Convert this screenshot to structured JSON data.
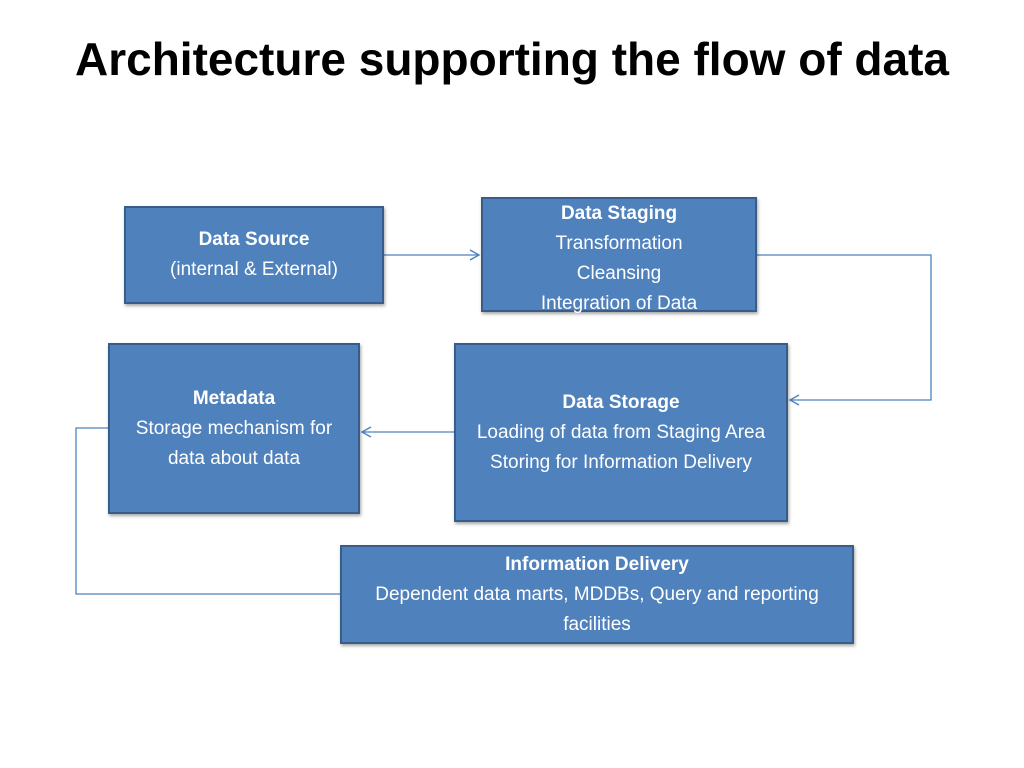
{
  "title": "Architecture supporting the flow of data",
  "boxes": {
    "source": {
      "heading": "Data Source",
      "lines": [
        "(internal & External)"
      ]
    },
    "staging": {
      "heading": "Data Staging",
      "lines": [
        "Transformation",
        "Cleansing",
        "Integration of Data"
      ]
    },
    "storage": {
      "heading": "Data Storage",
      "lines": [
        "Loading of data from Staging Area",
        "Storing for Information Delivery"
      ]
    },
    "metadata": {
      "heading": "Metadata",
      "lines": [
        "Storage mechanism for data about data"
      ]
    },
    "delivery": {
      "heading": "Information Delivery",
      "lines": [
        "Dependent data marts, MDDBs, Query and reporting facilities"
      ]
    }
  },
  "colors": {
    "box_fill": "#4f81bd",
    "box_border": "#385d8a",
    "connector": "#4f81bd",
    "box_text": "#ffffff"
  }
}
